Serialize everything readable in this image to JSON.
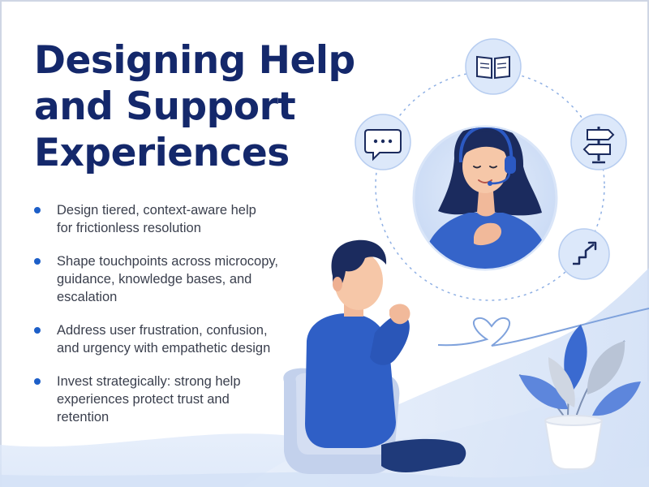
{
  "title_lines": [
    "Designing Help",
    "and Support",
    "Experiences"
  ],
  "bullets": [
    [
      "Design tiered, context-aware help",
      "for frictionless resolution"
    ],
    [
      "Shape touchpoints across microcopy,",
      "guidance, knowledge bases, and",
      "escalation"
    ],
    [
      "Address user frustration, confusion,",
      "and urgency with empathetic design"
    ],
    [
      "Invest strategically: strong help",
      "experiences protect trust and",
      "retention"
    ]
  ],
  "icons": [
    "open-book-icon",
    "chat-bubble-icon",
    "signpost-icon",
    "trend-up-icon",
    "heart-icon"
  ],
  "colors": {
    "title": "#14286b",
    "bullet_dot": "#1d5fc8",
    "accent_blue": "#2f63c8",
    "light_blue": "#dbe7fa",
    "text": "#3a3f4d"
  }
}
